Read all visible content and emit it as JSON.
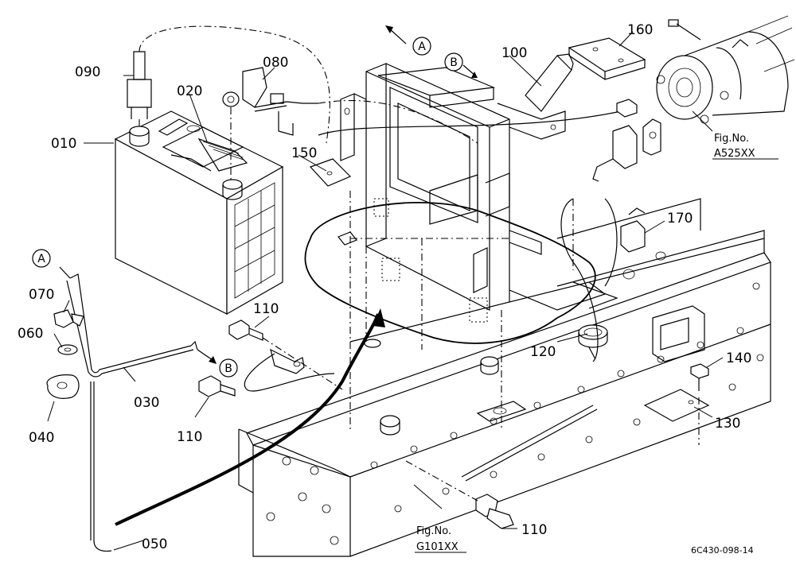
{
  "parts": {
    "p010": "010",
    "p020": "020",
    "p030": "030",
    "p040": "040",
    "p050": "050",
    "p060": "060",
    "p070": "070",
    "p080": "080",
    "p090": "090",
    "p100": "100",
    "p110a": "110",
    "p110b": "110",
    "p110c": "110",
    "p120": "120",
    "p130": "130",
    "p140": "140",
    "p150": "150",
    "p160": "160",
    "p170": "170"
  },
  "refs": {
    "a1": "A",
    "a2": "A",
    "b1": "B",
    "b2": "B"
  },
  "fig_refs": {
    "fig1_line1": "Fig.No.",
    "fig1_line2": "A525XX",
    "fig2_line1": "Fig.No.",
    "fig2_line2": "G101XX"
  },
  "drawing_code": "6C430-098-14"
}
